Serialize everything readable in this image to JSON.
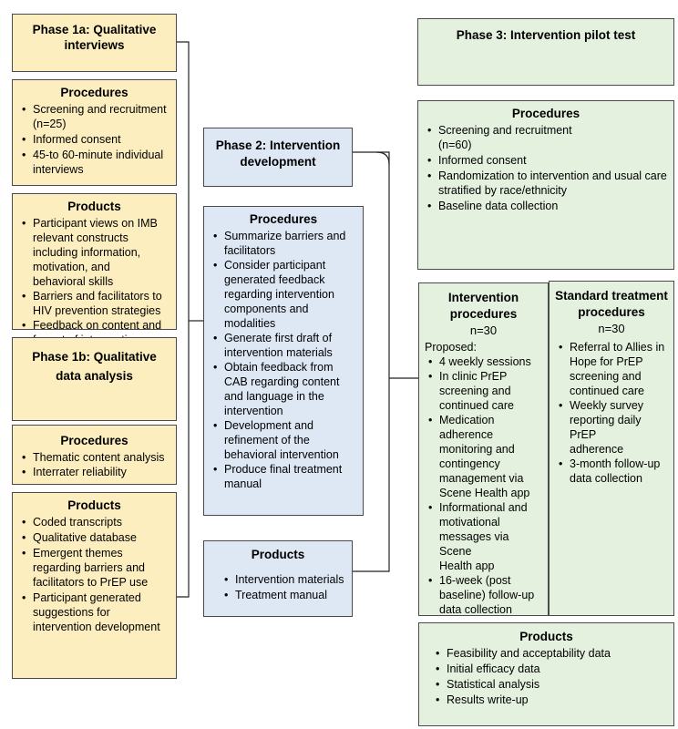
{
  "phase1a": {
    "title": "Phase 1a: Qualitative\ninterviews",
    "procedures": {
      "heading": "Procedures",
      "items": [
        "Screening and recruitment\n(n=25)",
        "Informed consent",
        "45-to 60-minute individual\ninterviews"
      ]
    },
    "products": {
      "heading": "Products",
      "items": [
        "Participant views on IMB\nrelevant constructs\nincluding information,\nmotivation, and\nbehavioral skills",
        "Barriers and facilitators to\nHIV prevention strategies",
        "Feedback on content and\nformat of intervention"
      ]
    }
  },
  "phase1b": {
    "title": "Phase 1b: Qualitative\ndata analysis",
    "procedures": {
      "heading": "Procedures",
      "items": [
        "Thematic content analysis",
        "Interrater reliability"
      ]
    },
    "products": {
      "heading": "Products",
      "items": [
        "Coded transcripts",
        "Qualitative database",
        "Emergent themes\nregarding barriers and\nfacilitators to PrEP use",
        "Participant generated\nsuggestions for\nintervention development"
      ]
    }
  },
  "phase2": {
    "title": "Phase 2: Intervention\ndevelopment",
    "procedures": {
      "heading": "Procedures",
      "items": [
        "Summarize barriers and\nfacilitators",
        "Consider participant\ngenerated feedback\nregarding intervention\ncomponents and\nmodalities",
        "Generate first draft of\nintervention materials",
        "Obtain feedback from\nCAB regarding content\nand language in the\nintervention",
        "Development and\nrefinement of the\nbehavioral intervention",
        "Produce final treatment\nmanual"
      ]
    },
    "products": {
      "heading": "Products",
      "items": [
        "Intervention materials",
        "Treatment manual"
      ]
    }
  },
  "phase3": {
    "title": "Phase 3: Intervention pilot test",
    "procedures": {
      "heading": "Procedures",
      "items": [
        "Screening and recruitment\n(n=60)",
        "Informed consent",
        "Randomization to intervention and usual care\nstratified by race/ethnicity",
        "Baseline data collection"
      ]
    },
    "intervention": {
      "heading": "Intervention\nprocedures",
      "n": "n=30",
      "proposed": "Proposed:",
      "items": [
        "4 weekly sessions",
        "In clinic PrEP\nscreening and\ncontinued care",
        "Medication\nadherence\nmonitoring and\ncontingency\nmanagement via\nScene Health app",
        "Informational and\nmotivational\nmessages via Scene\nHealth app",
        "16-week (post\nbaseline) follow-up\ndata collection"
      ]
    },
    "standard": {
      "heading": "Standard treatment\nprocedures",
      "n": "n=30",
      "items": [
        "Referral to Allies in\nHope for PrEP\nscreening and\ncontinued care",
        "Weekly survey\nreporting daily PrEP\nadherence",
        "3-month follow-up\ndata collection"
      ]
    },
    "products": {
      "heading": "Products",
      "items": [
        "Feasibility and acceptability data",
        "Initial efficacy data",
        "Statistical analysis",
        "Results write-up"
      ]
    }
  },
  "colors": {
    "phase1": "#fdeebf",
    "phase2": "#dde8f4",
    "phase3": "#e4f1de",
    "border": "#4a4a4a"
  }
}
